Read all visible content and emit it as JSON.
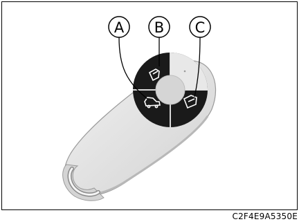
{
  "figure": {
    "code": "C2F4E9A5350E",
    "callouts": [
      {
        "id": "A",
        "label": "A"
      },
      {
        "id": "B",
        "label": "B"
      },
      {
        "id": "C",
        "label": "C"
      }
    ]
  },
  "colors": {
    "fob_body": "#e6e6e6",
    "fob_shadow": "#c9c9c9",
    "button_pad": "#1a1a1a",
    "button_separator": "#d8d8d8",
    "center_button": "#d5d5d5",
    "icon": "#ffffff",
    "outline": "#000000"
  }
}
